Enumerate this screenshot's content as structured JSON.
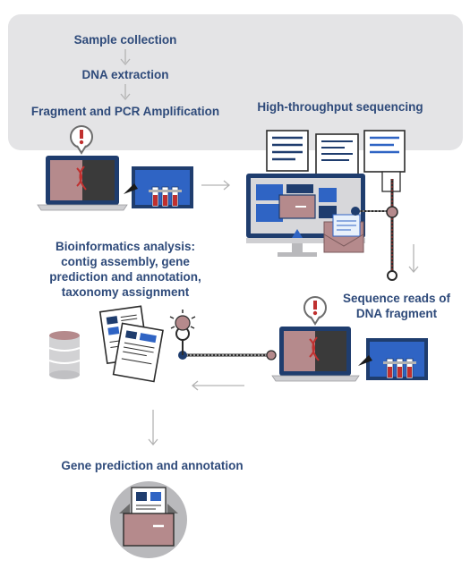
{
  "steps": {
    "sample_collection": "Sample collection",
    "dna_extraction": "DNA extraction",
    "fragment_pcr": "Fragment and PCR Amplification",
    "high_throughput": "High-throughput sequencing",
    "bioinformatics": "Bioinformatics analysis:\ncontig assembly, gene\nprediction and annotation,\ntaxonomy assignment",
    "sequence_reads": "Sequence reads of\nDNA fragment",
    "gene_prediction": "Gene prediction and annotation"
  },
  "icons": {
    "alert": "!",
    "laptop": "laptop-dna-icon",
    "tray": "test-tube-tray-icon",
    "sequencer": "sequencing-workstation-icon",
    "database": "database-icon",
    "documents": "documents-icon",
    "box": "annotation-box-icon",
    "pin": "pin-node-icon"
  },
  "colors": {
    "panel": "#e4e4e6",
    "text": "#2e4a7a",
    "navy": "#1f3d6e",
    "blue": "#2f64c4",
    "rose": "#b58a8c",
    "red": "#c0302f",
    "gray": "#8f8f8f",
    "arrow": "#b3b3b3"
  }
}
